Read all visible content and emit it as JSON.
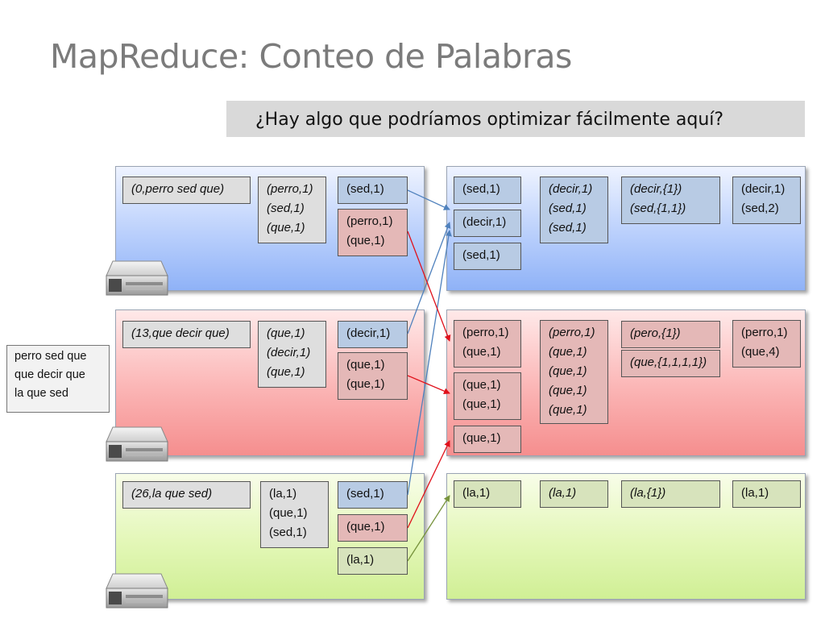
{
  "title": "MapReduce: Conteo de Palabras",
  "question": "¿Hay algo que podríamos optimizar fácilmente aquí?",
  "input_text": "perro sed que\nque decir que\nla que sed",
  "rows": [
    {
      "input_record": "(0,perro sed que)",
      "map_output": "(perro,1)\n(sed,1)\n(que,1)",
      "partitions": [
        "(sed,1)",
        "(perro,1)\n(que,1)"
      ]
    },
    {
      "input_record": "(13,que decir que)",
      "map_output": "(que,1)\n(decir,1)\n(que,1)",
      "partitions": [
        "(decir,1)",
        "(que,1)\n(que,1)"
      ]
    },
    {
      "input_record": "(26,la que sed)",
      "map_output": "(la,1)\n(que,1)\n(sed,1)",
      "partitions": [
        "(sed,1)",
        "(que,1)",
        "(la,1)"
      ]
    }
  ],
  "reducers": [
    {
      "received": [
        "(sed,1)",
        "(decir,1)",
        "(sed,1)"
      ],
      "sorted": "(decir,1)\n(sed,1)\n(sed,1)",
      "grouped": "(decir,{1})\n(sed,{1,1})",
      "output": "(decir,1)\n(sed,2)"
    },
    {
      "received": [
        "(perro,1)\n(que,1)",
        "(que,1)\n(que,1)",
        "(que,1)"
      ],
      "sorted": "(perro,1)\n(que,1)\n(que,1)\n(que,1)\n(que,1)",
      "grouped": [
        "(pero,{1})",
        "(que,{1,1,1,1})"
      ],
      "output": "(perro,1)\n(que,4)"
    },
    {
      "received": [
        "(la,1)"
      ],
      "sorted": "(la,1)",
      "grouped": "(la,{1})",
      "output": "(la,1)"
    }
  ],
  "colors": {
    "arrow_blue": "#4f81bd",
    "arrow_red": "#e0101a",
    "arrow_green": "#77933c"
  }
}
